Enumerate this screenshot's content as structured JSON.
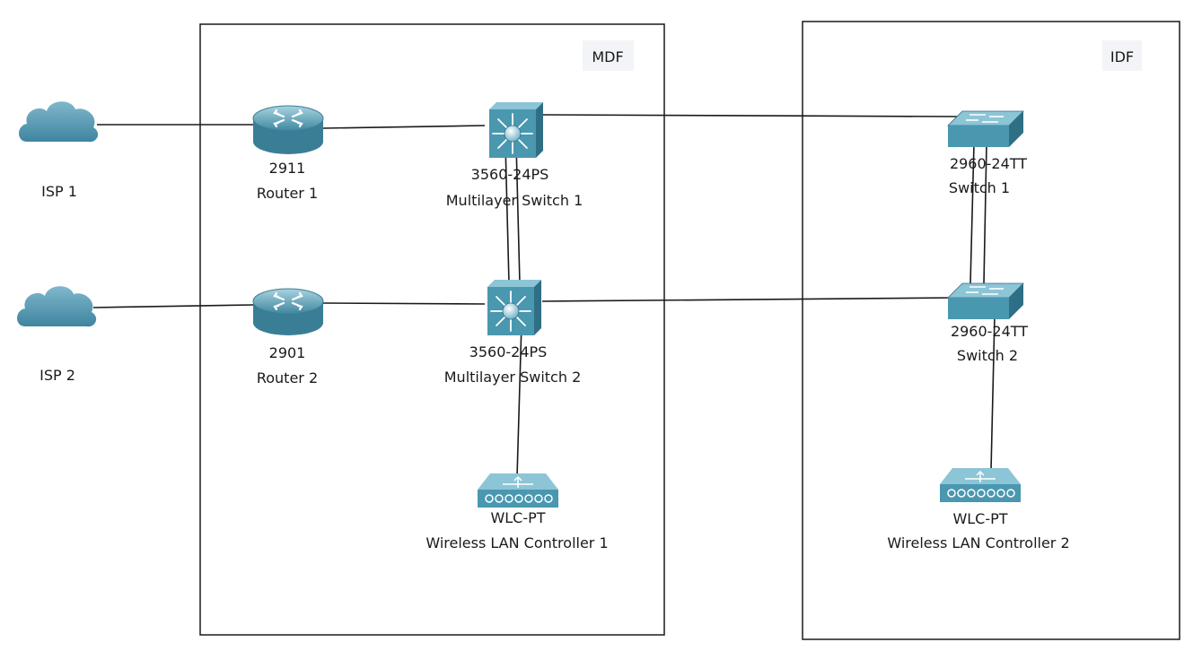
{
  "zones": {
    "mdf": {
      "label": "MDF"
    },
    "idf": {
      "label": "IDF"
    }
  },
  "devices": {
    "isp1": {
      "name": "ISP 1",
      "icon": "cloud-icon"
    },
    "isp2": {
      "name": "ISP 2",
      "icon": "cloud-icon"
    },
    "router1": {
      "model": "2911",
      "name": "Router 1",
      "icon": "router-icon"
    },
    "router2": {
      "model": "2901",
      "name": "Router 2",
      "icon": "router-icon"
    },
    "mls1": {
      "model": "3560-24PS",
      "name": "Multilayer Switch 1",
      "icon": "multilayer-switch-icon"
    },
    "mls2": {
      "model": "3560-24PS",
      "name": "Multilayer Switch 2",
      "icon": "multilayer-switch-icon"
    },
    "sw1": {
      "model": "2960-24TT",
      "name": "Switch 1",
      "icon": "switch-icon"
    },
    "sw2": {
      "model": "2960-24TT",
      "name": "Switch 2",
      "icon": "switch-icon"
    },
    "wlc1": {
      "model": "WLC-PT",
      "name": "Wireless LAN Controller 1",
      "icon": "wireless-lan-controller-icon"
    },
    "wlc2": {
      "model": "WLC-PT",
      "name": "Wireless LAN Controller 2",
      "icon": "wireless-lan-controller-icon"
    }
  },
  "links": [
    {
      "from": "isp1",
      "to": "router1"
    },
    {
      "from": "router1",
      "to": "mls1"
    },
    {
      "from": "mls1",
      "to": "sw1"
    },
    {
      "from": "isp2",
      "to": "router2"
    },
    {
      "from": "router2",
      "to": "mls2"
    },
    {
      "from": "mls2",
      "to": "sw2"
    },
    {
      "from": "mls1",
      "to": "mls2"
    },
    {
      "from": "mls1",
      "to": "mls2"
    },
    {
      "from": "sw1",
      "to": "sw2"
    },
    {
      "from": "sw1",
      "to": "sw2"
    },
    {
      "from": "mls2",
      "to": "wlc1"
    },
    {
      "from": "sw2",
      "to": "wlc2"
    }
  ],
  "colors": {
    "device_fill": "#4a97b0",
    "device_dark": "#2f6f85",
    "device_light": "#8cc5d6",
    "cloud": "#5b9fb8",
    "line": "#1a1a1a"
  }
}
